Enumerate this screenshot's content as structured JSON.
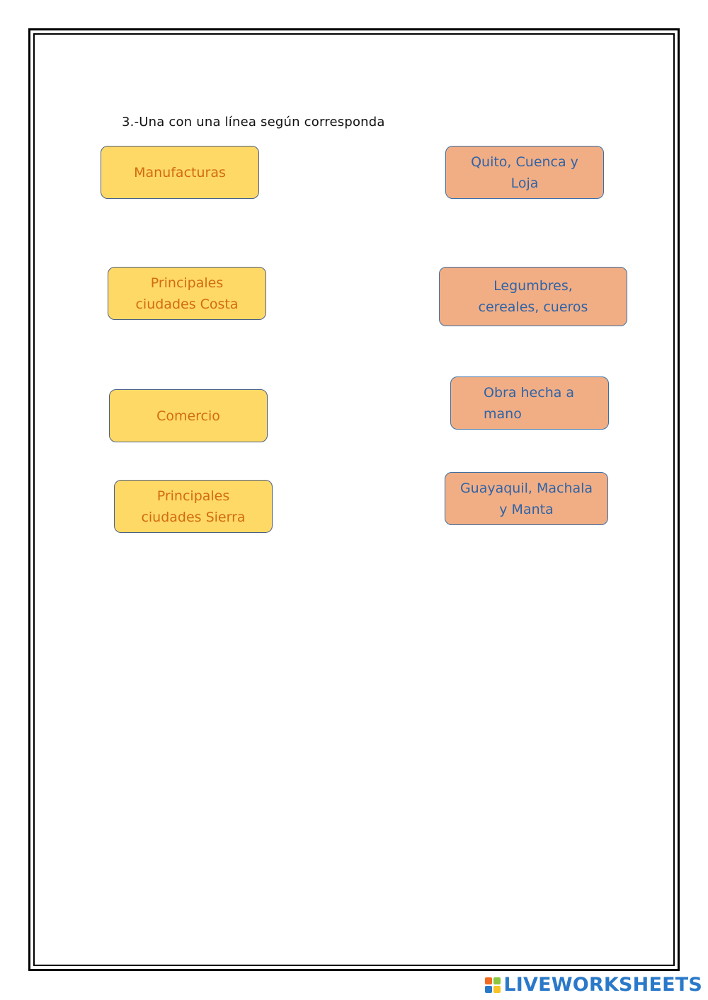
{
  "instruction": "3.-Una con una línea según corresponda",
  "left_items": [
    {
      "label": "Manufacturas"
    },
    {
      "label": "Principales\nciudades Costa"
    },
    {
      "label": "Comercio"
    },
    {
      "label": "Principales\nciudades Sierra"
    }
  ],
  "right_items": [
    {
      "label": "Quito, Cuenca y\nLoja"
    },
    {
      "label": "Legumbres,\ncereales, cueros"
    },
    {
      "label": "Obra hecha a\nmano"
    },
    {
      "label": "Guayaquil, Machala\ny Manta"
    }
  ],
  "footer": {
    "brand": "LIVEWORKSHEETS",
    "logo_colors": [
      "#f26b21",
      "#8cc63f",
      "#2a79c9",
      "#f7c325"
    ]
  },
  "colors": {
    "left_fill": "#fed966",
    "left_text": "#d36b12",
    "right_fill": "#f1ae84",
    "right_text": "#2f63a8"
  }
}
